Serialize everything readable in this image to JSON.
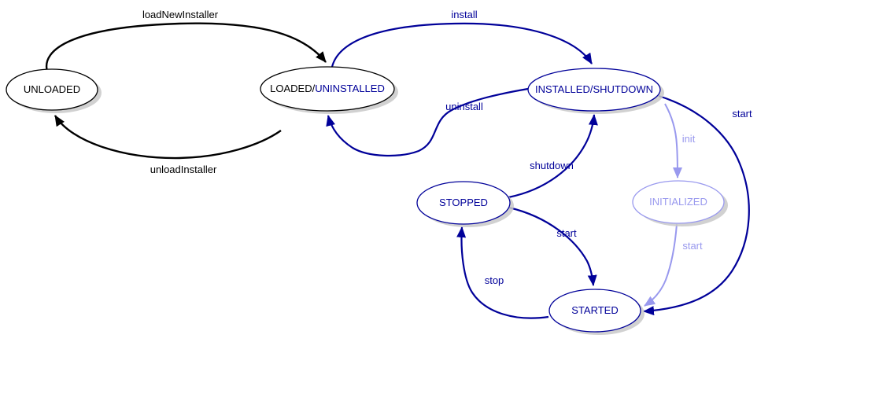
{
  "colors": {
    "black": "#000000",
    "navy": "#000099",
    "light_blue": "#9999ee",
    "node_fill": "#ffffff",
    "shadow": "#c9c9c9",
    "background": "#ffffff"
  },
  "states": [
    {
      "id": "unloaded",
      "label": "UNLOADED",
      "color": "black"
    },
    {
      "id": "loaded-uninstalled",
      "label": "LOADED/UNINSTALLED",
      "label_part1": "LOADED/",
      "label_part2": "UNINSTALLED",
      "color": "black+navy"
    },
    {
      "id": "installed-shutdown",
      "label": "INSTALLED/SHUTDOWN",
      "color": "navy"
    },
    {
      "id": "stopped",
      "label": "STOPPED",
      "color": "navy"
    },
    {
      "id": "initialized",
      "label": "INITIALIZED",
      "color": "light_blue"
    },
    {
      "id": "started",
      "label": "STARTED",
      "color": "navy"
    }
  ],
  "transitions": [
    {
      "label": "loadNewInstaller",
      "from": "UNLOADED",
      "to": "LOADED/UNINSTALLED",
      "color": "black"
    },
    {
      "label": "install",
      "from": "LOADED/UNINSTALLED",
      "to": "INSTALLED/SHUTDOWN",
      "color": "navy"
    },
    {
      "label": "unloadInstaller",
      "from": "LOADED/UNINSTALLED",
      "to": "UNLOADED",
      "color": "black"
    },
    {
      "label": "uninstall",
      "from": "INSTALLED/SHUTDOWN",
      "to": "LOADED/UNINSTALLED",
      "color": "navy"
    },
    {
      "label": "shutdown",
      "from": "STOPPED",
      "to": "INSTALLED/SHUTDOWN",
      "color": "navy"
    },
    {
      "label": "start",
      "from": "STOPPED",
      "to": "STARTED",
      "color": "navy"
    },
    {
      "label": "stop",
      "from": "STARTED",
      "to": "STOPPED",
      "color": "navy"
    },
    {
      "label": "init",
      "from": "INSTALLED/SHUTDOWN",
      "to": "INITIALIZED",
      "color": "light_blue"
    },
    {
      "label": "start",
      "from": "INITIALIZED",
      "to": "STARTED",
      "color": "light_blue"
    },
    {
      "label": "start",
      "from": "INSTALLED/SHUTDOWN",
      "to": "STARTED",
      "color": "navy"
    }
  ]
}
